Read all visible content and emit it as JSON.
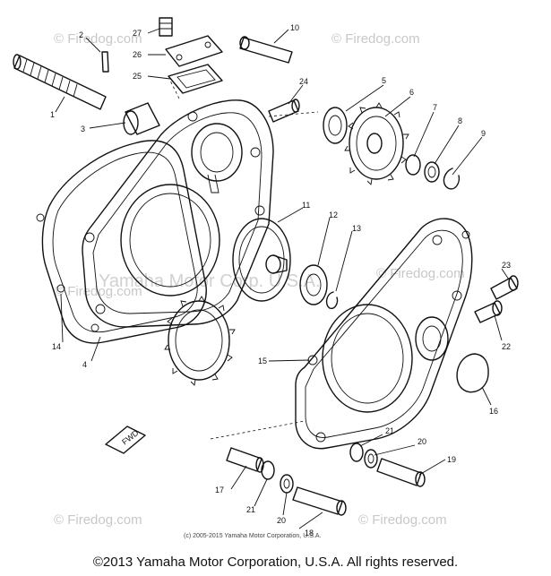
{
  "watermark": {
    "text": "© Firedog.com",
    "center_text": "Yamaha Motor Corp. U.S.A."
  },
  "labels": {
    "p1": "1",
    "p2": "2",
    "p3": "3",
    "p4": "4",
    "p5": "5",
    "p6": "6",
    "p7": "7",
    "p8": "8",
    "p9": "9",
    "p10": "10",
    "p11": "11",
    "p12": "12",
    "p13": "13",
    "p14": "14",
    "p15": "15",
    "p16": "16",
    "p17": "17",
    "p18": "18",
    "p19": "19",
    "p20a": "20",
    "p20b": "20",
    "p21a": "21",
    "p21b": "21",
    "p22": "22",
    "p23": "23",
    "p24": "24",
    "p25": "25",
    "p26": "26",
    "p27": "27"
  },
  "fwd_marker": "FWD",
  "credit_small": "(c) 2005-2015 Yamaha Motor Corporation, U.S.A.",
  "footer_text": "©2013 Yamaha Motor Corporation, U.S.A. All rights reserved."
}
